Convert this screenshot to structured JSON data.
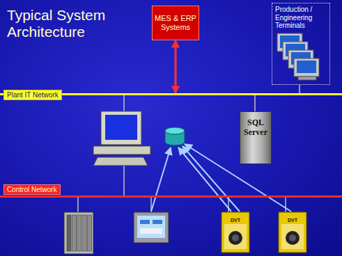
{
  "diagram": {
    "title": "Typical System Architecture",
    "nodes": [
      {
        "text": [
          "MES & ERP Systems"
        ]
      },
      {
        "text": [
          "Production / Engineering Terminals"
        ]
      },
      {
        "text": [
          "Plant IT Network"
        ]
      },
      {
        "text": [
          "SQL Server"
        ]
      },
      {
        "text": [
          "Control Network"
        ]
      },
      {
        "text": [
          "DVT"
        ]
      },
      {
        "text": [
          "DVT"
        ]
      }
    ],
    "edges": [
      {
        "from": 0,
        "to": 2,
        "arrow": "both"
      }
    ]
  }
}
